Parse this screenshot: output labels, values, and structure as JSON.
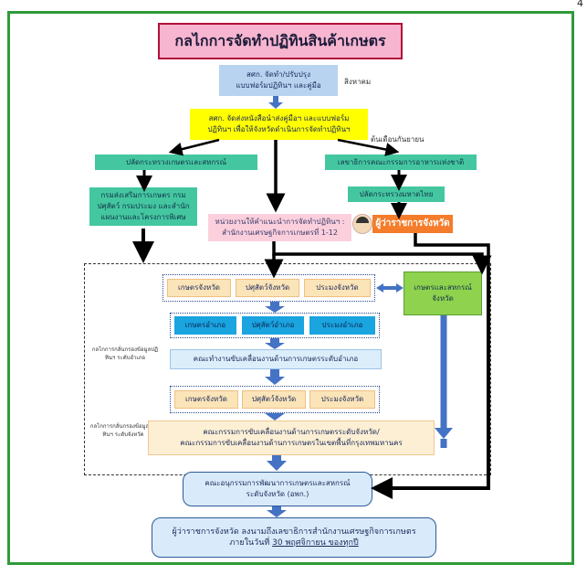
{
  "page_number": "4",
  "title": "กลไกการจัดทำปฏิทินสินค้าเกษตร",
  "boxes": {
    "b1_line1": "สศก. จัดทำ/ปรับปรุง",
    "b1_line2": "แบบฟอร์มปฏิทินฯ และคู่มือ",
    "b2_line1": "สศก. จัดส่งหนังสือนำส่งคู่มือฯ และแบบฟอร์ม",
    "b2_line2": "ปฏิทินฯ เพื่อให้จังหวัดดำเนินการจัดทำปฏิทินฯ",
    "moac_perm_sec": "ปลัดกระทรวงเกษตรและสหกรณ์",
    "nfc_sec": "เลขาธิการคณะกรรมการอาหารแห่งชาติ",
    "moi_perm_sec": "ปลัดกระทรวงมหาดไทย",
    "depts": "กรมส่งเสริมการเกษตร กรมปศุสัตว์ กรมประมง และสำนักแผนงานและโครงการพิเศษ",
    "advisory": "หน่วยงานให้คำแนะนำการจัดทำปฏิทินฯ : สำนักงานเศรษฐกิจการเกษตรที่ 1-12",
    "governor": "ผู้ว่าราชการจังหวัด",
    "prov_agri_coop": "เกษตรและสหกรณ์จังหวัด",
    "prov_row1": [
      "เกษตรจังหวัด",
      "ปศุสัตว์จังหวัด",
      "ประมงจังหวัด"
    ],
    "district_row": [
      "เกษตรอำเภอ",
      "ปศุสัตว์อำเภอ",
      "ประมงอำเภอ"
    ],
    "district_committee": "คณะทำงานขับเคลื่อนงานด้านการเกษตรระดับอำเภอ",
    "prov_row2": [
      "เกษตรจังหวัด",
      "ปศุสัตว์จังหวัด",
      "ประมงจังหวัด"
    ],
    "prov_committee_line1": "คณะกรรมการขับเคลื่อนงานด้านการเกษตรระดับจังหวัด/",
    "prov_committee_line2": "คณะกรรมการขับเคลื่อนงานด้านการเกษตรในเขตพื้นที่กรุงเทพมหานคร",
    "subcommittee_line1": "คณะอนุกรรมการพัฒนาการเกษตรและสหกรณ์",
    "subcommittee_line2": "ระดับจังหวัด (อพก.)",
    "final_line1": "ผู้ว่าราชการจังหวัด ลงนามถึงเลขาธิการสำนักงานเศรษฐกิจการเกษตร",
    "final_line2_prefix": "ภายในวันที่ ",
    "final_line2_date": "30 พฤศจิกายน ของทุกปี"
  },
  "notes": {
    "august": "สิงหาคม",
    "early_sep": "ต้นเดือนกันยายน",
    "district_screen": "กลไกการกลั่นกรองข้อมูลปฏิทินฯ ระดับอำเภอ",
    "province_screen": "กลไกการกลั่นกรองข้อมูลปฏิทินฯ ระดับจังหวัด"
  },
  "colors": {
    "frame": "#2f9a3a",
    "title_bg": "#f7b5d0",
    "arrow_blue": "#4472c4",
    "arrow_black": "#000000"
  }
}
